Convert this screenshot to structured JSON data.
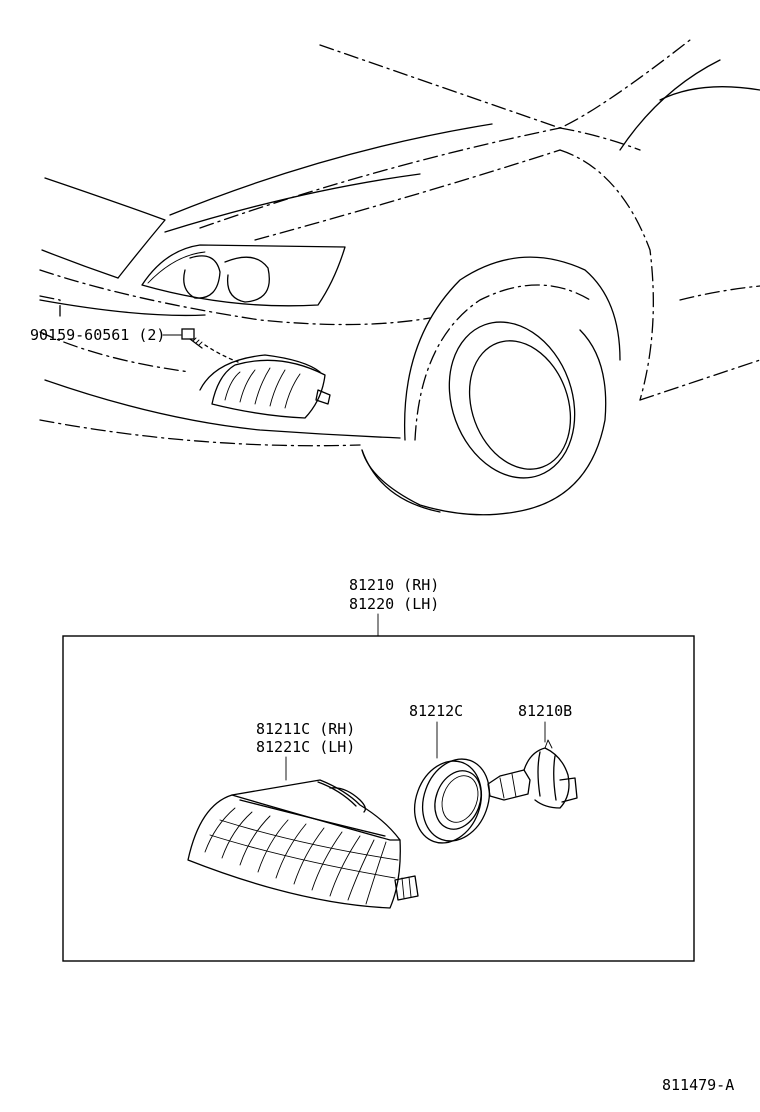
{
  "callouts": {
    "bolt": "90159-60561 (2)",
    "assembly_rh": "81210 (RH)",
    "assembly_lh": "81220 (LH)",
    "lens_rh": "81211C (RH)",
    "lens_lh": "81221C (LH)",
    "gasket": "81212C",
    "bulb": "81210B"
  },
  "figure_code": "811479-A"
}
